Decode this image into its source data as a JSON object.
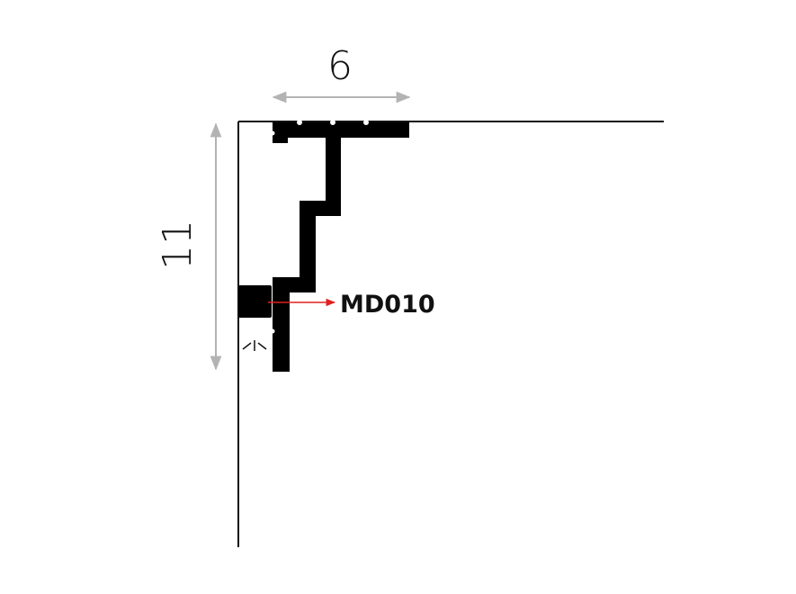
{
  "diagram": {
    "width_dimension": "6",
    "height_dimension": "11",
    "product_label": "MD010",
    "colors": {
      "profile": "#000000",
      "dimension": "#b3b3b3",
      "pointer": "#e02020",
      "wall": "#111111"
    }
  }
}
